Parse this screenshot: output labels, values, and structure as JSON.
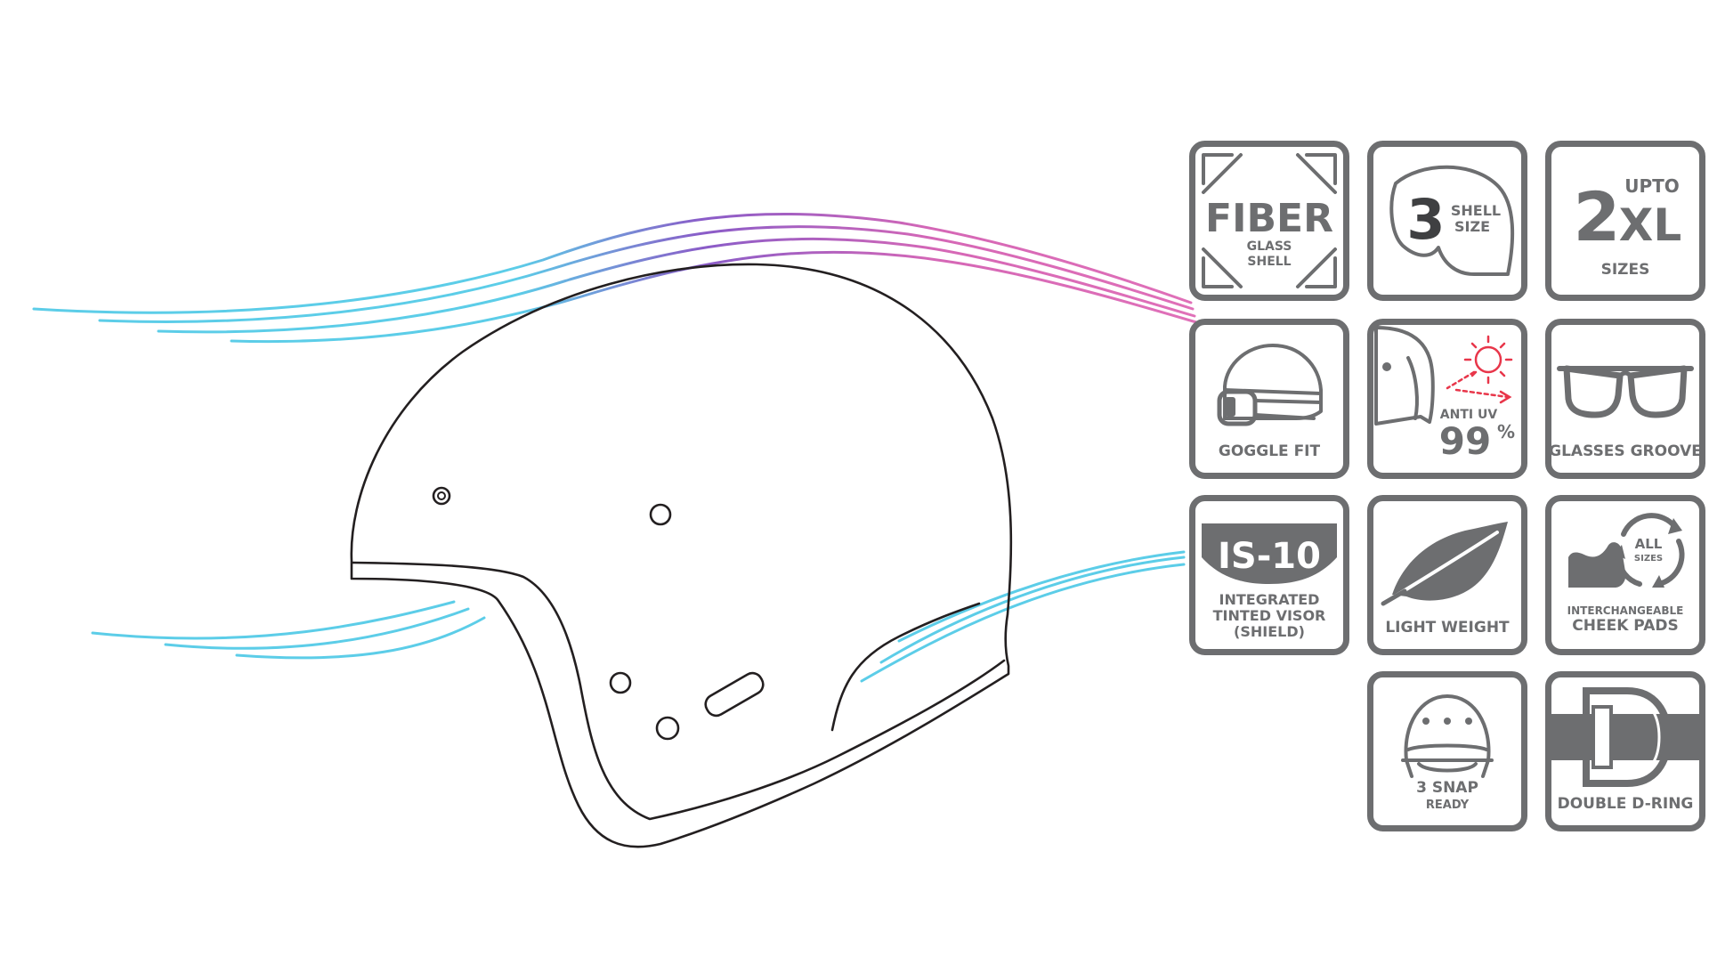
{
  "colors": {
    "tile_gray": "#6d6e70",
    "wind_cyan": "#5ccde8",
    "wind_purple": "#8a5cc8",
    "wind_pink": "#e070b8",
    "uv_red": "#e8364a",
    "outline": "#231f20"
  },
  "features": {
    "fiber": {
      "title": "FIBER",
      "line1": "GLASS",
      "line2": "SHELL",
      "icon": "corner-bracket-icon"
    },
    "shell_size": {
      "number": "3",
      "line1": "SHELL",
      "line2": "SIZE",
      "icon": "helmet-shell-icon"
    },
    "sizes": {
      "big": "2",
      "prefix": "UPTO",
      "suffix": "XL",
      "label": "SIZES"
    },
    "goggle_fit": {
      "label": "GOGGLE FIT",
      "icon": "helmet-goggle-icon"
    },
    "anti_uv": {
      "line1": "ANTI UV",
      "value": "99",
      "unit": "%",
      "icon": "sun-icon"
    },
    "glasses_groove": {
      "label": "GLASSES GROOVE",
      "icon": "glasses-icon"
    },
    "visor": {
      "badge": "IS-10",
      "line1": "INTEGRATED",
      "line2": "TINTED VISOR",
      "line3": "(SHIELD)",
      "icon": "visor-icon"
    },
    "light_weight": {
      "label": "LIGHT WEIGHT",
      "icon": "leaf-icon"
    },
    "cheek_pads": {
      "badge1": "ALL",
      "badge2": "SIZES",
      "line1": "INTERCHANGEABLE",
      "line2": "CHEEK PADS",
      "icon": "cheek-pad-icon"
    },
    "snap": {
      "line1": "3 SNAP",
      "line2": "READY",
      "icon": "helmet-front-icon"
    },
    "d_ring": {
      "label": "DOUBLE D-RING",
      "icon": "d-ring-icon"
    }
  }
}
